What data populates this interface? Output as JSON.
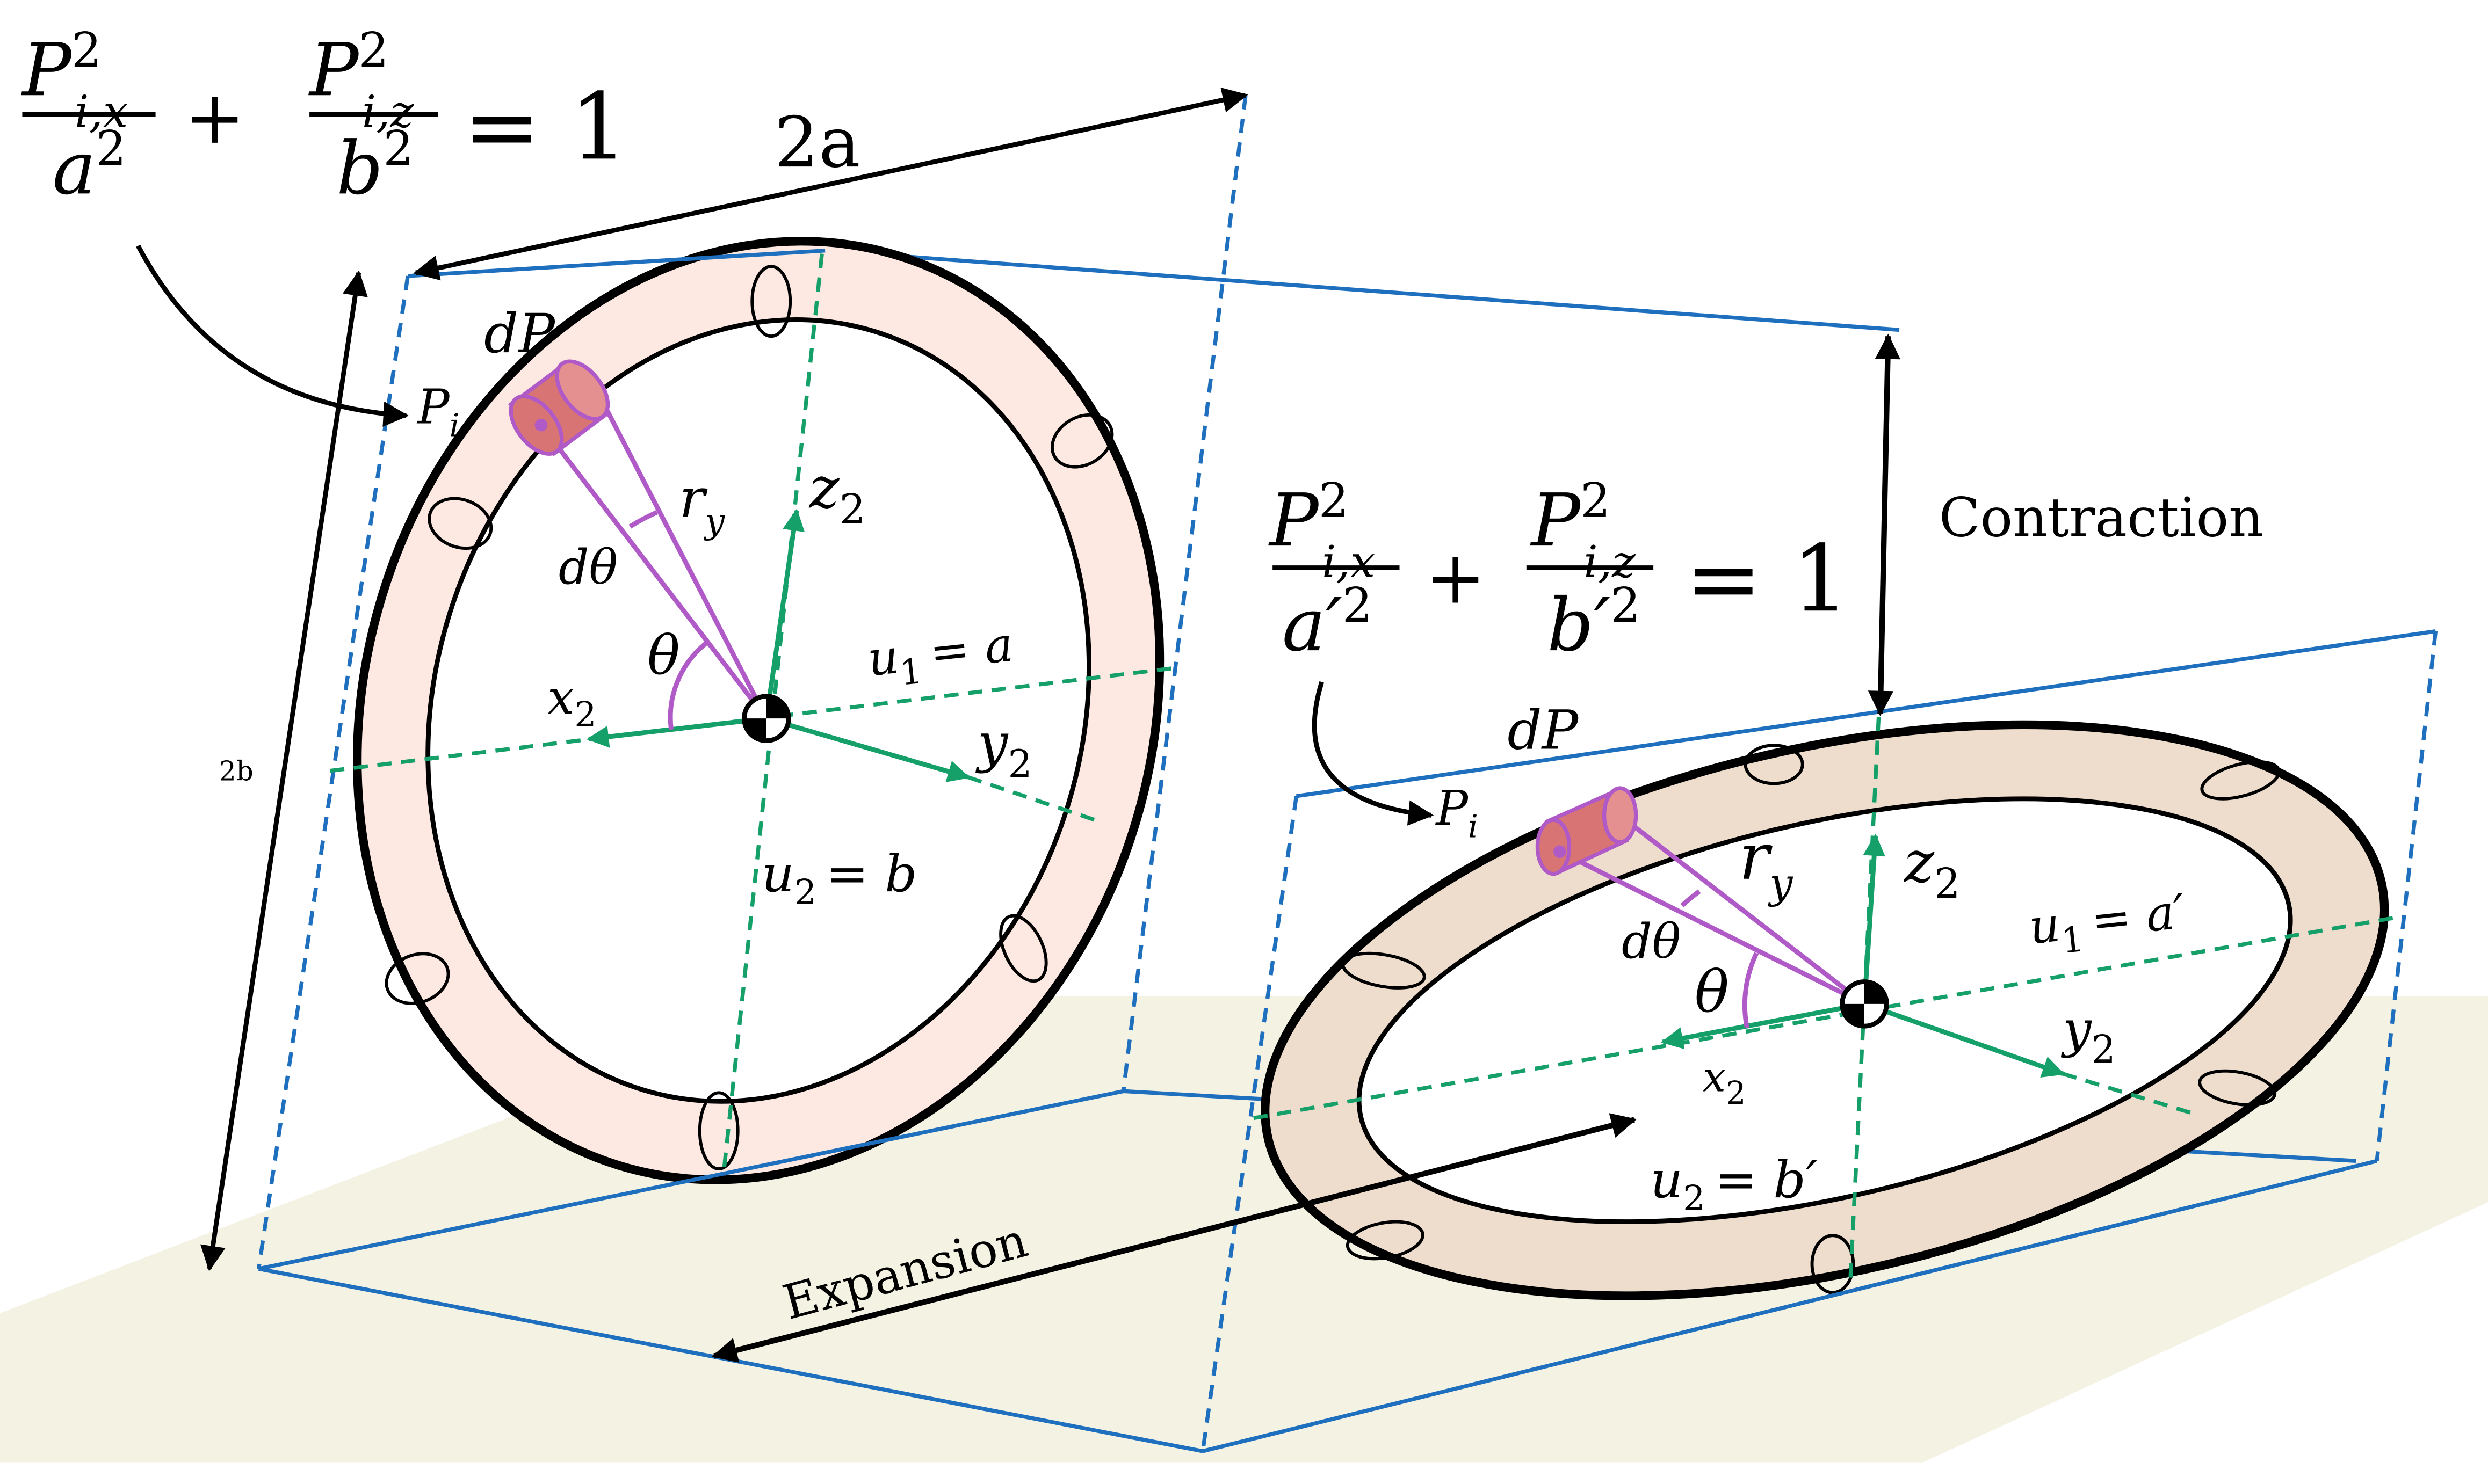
{
  "colors": {
    "frame_blue": "#1f6fbf",
    "axis_green": "#15a06a",
    "element_purple": "#b05ac8",
    "ring_fill_left": "#fde9e2",
    "ring_fill_right": "#eedccd",
    "floor": "#f4f2e2",
    "ink": "#000000"
  },
  "left": {
    "eq": {
      "p": "P",
      "ix": "i,x",
      "iz": "i,z",
      "sq": "2",
      "a": "a",
      "b": "b",
      "plus": "+",
      "rhs": "= 1"
    },
    "dim_width": "2a",
    "dim_height": "2b",
    "dP": "dP",
    "Pi_main": "P",
    "Pi_sub": "i",
    "ry_main": "r",
    "ry_sub": "y",
    "dtheta": "dθ",
    "theta": "θ",
    "z2_main": "z",
    "z2_sub": "2",
    "x2_main": "x",
    "x2_sub": "2",
    "y2_main": "y",
    "y2_sub": "2",
    "u1_main": "u",
    "u1_sub": "1",
    "u1_rhs": "= a",
    "u2_main": "u",
    "u2_sub": "2",
    "u2_rhs": "= b"
  },
  "right": {
    "eq": {
      "p": "P",
      "ix": "i,x",
      "iz": "i,z",
      "sq": "2",
      "a": "a′",
      "b": "b′",
      "plus": "+",
      "rhs": "= 1"
    },
    "dP": "dP",
    "Pi_main": "P",
    "Pi_sub": "i",
    "ry_main": "r",
    "ry_sub": "y",
    "dtheta": "dθ",
    "theta": "θ",
    "z2_main": "z",
    "z2_sub": "2",
    "x2_main": "x",
    "x2_sub": "2",
    "y2_main": "y",
    "y2_sub": "2",
    "u1_main": "u",
    "u1_sub": "1",
    "u1_rhs": "= a′",
    "u2_main": "u",
    "u2_sub": "2",
    "u2_rhs": "= b′"
  },
  "contraction_label": "Contraction",
  "expansion_label": "Expansion"
}
